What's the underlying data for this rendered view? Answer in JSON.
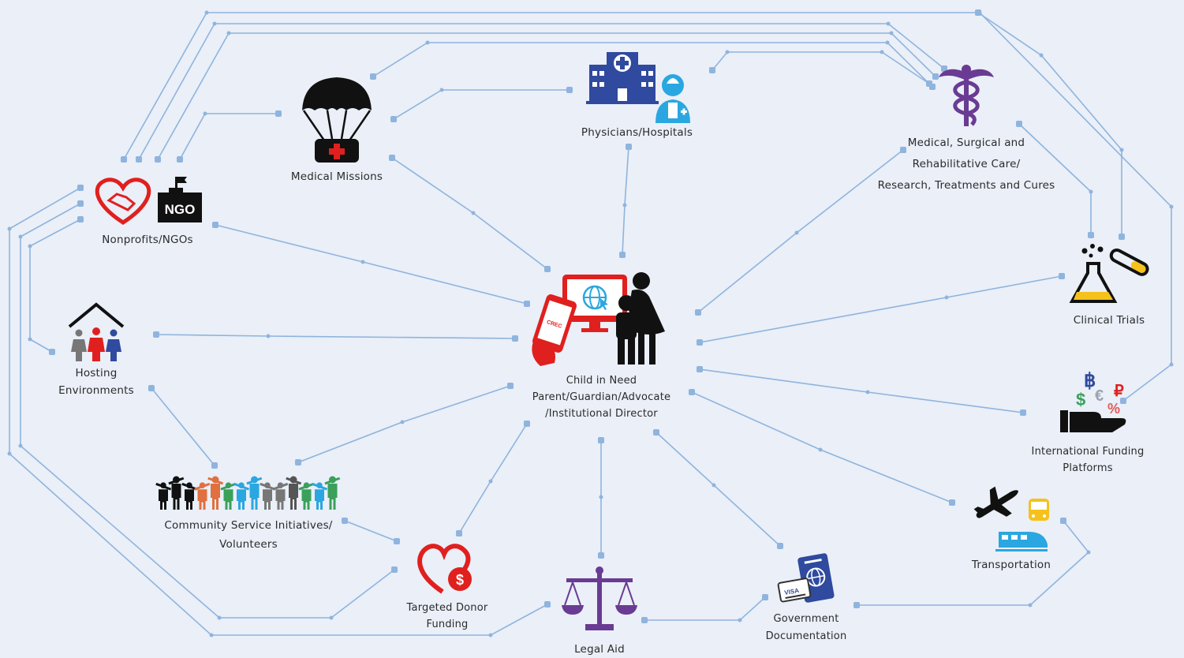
{
  "nodes": {
    "center": {
      "lines": [
        "Child in Need",
        "Parent/Guardian/Advocate",
        "/Institutional Director"
      ],
      "icon": "child-parent-device-icon",
      "screen_text": "CREC"
    },
    "ngos": {
      "lines": [
        "Nonprofits/NGOs"
      ],
      "icon": "heart-handshake-icon",
      "badge": "NGO"
    },
    "missions": {
      "lines": [
        "Medical Missions"
      ],
      "icon": "parachute-medkit-icon"
    },
    "physicians": {
      "lines": [
        "Physicians/Hospitals"
      ],
      "icon": "hospital-doctor-icon"
    },
    "medical_care": {
      "lines": [
        "Medical, Surgical and",
        "Rehabilitative Care/",
        "Research, Treatments and Cures"
      ],
      "icon": "caduceus-icon"
    },
    "trials": {
      "lines": [
        "Clinical Trials"
      ],
      "icon": "flask-test-tube-icon"
    },
    "funding_platforms": {
      "lines": [
        "International Funding",
        "Platforms"
      ],
      "icon": "hand-currency-icon"
    },
    "transport": {
      "lines": [
        "Transportation"
      ],
      "icon": "plane-bus-train-icon"
    },
    "government": {
      "lines": [
        "Government",
        "Documentation"
      ],
      "icon": "passport-visa-icon"
    },
    "legal": {
      "lines": [
        "Legal Aid"
      ],
      "icon": "scales-of-justice-icon"
    },
    "donor": {
      "lines": [
        "Targeted Donor",
        "Funding"
      ],
      "icon": "heart-dollar-icon"
    },
    "community": {
      "lines": [
        "Community Service Initiatives/",
        "Volunteers"
      ],
      "icon": "people-chain-icon"
    },
    "hosting": {
      "lines": [
        "Hosting",
        "Environments"
      ],
      "icon": "house-family-icon"
    }
  },
  "colors": {
    "background": "#eaeff8",
    "wire": "#8fb4dd",
    "red": "#e0201e",
    "navy": "#2f4a9e",
    "purple": "#6a3b92",
    "sky": "#2aa7e0",
    "yellow": "#f5c21b",
    "black": "#111111"
  }
}
